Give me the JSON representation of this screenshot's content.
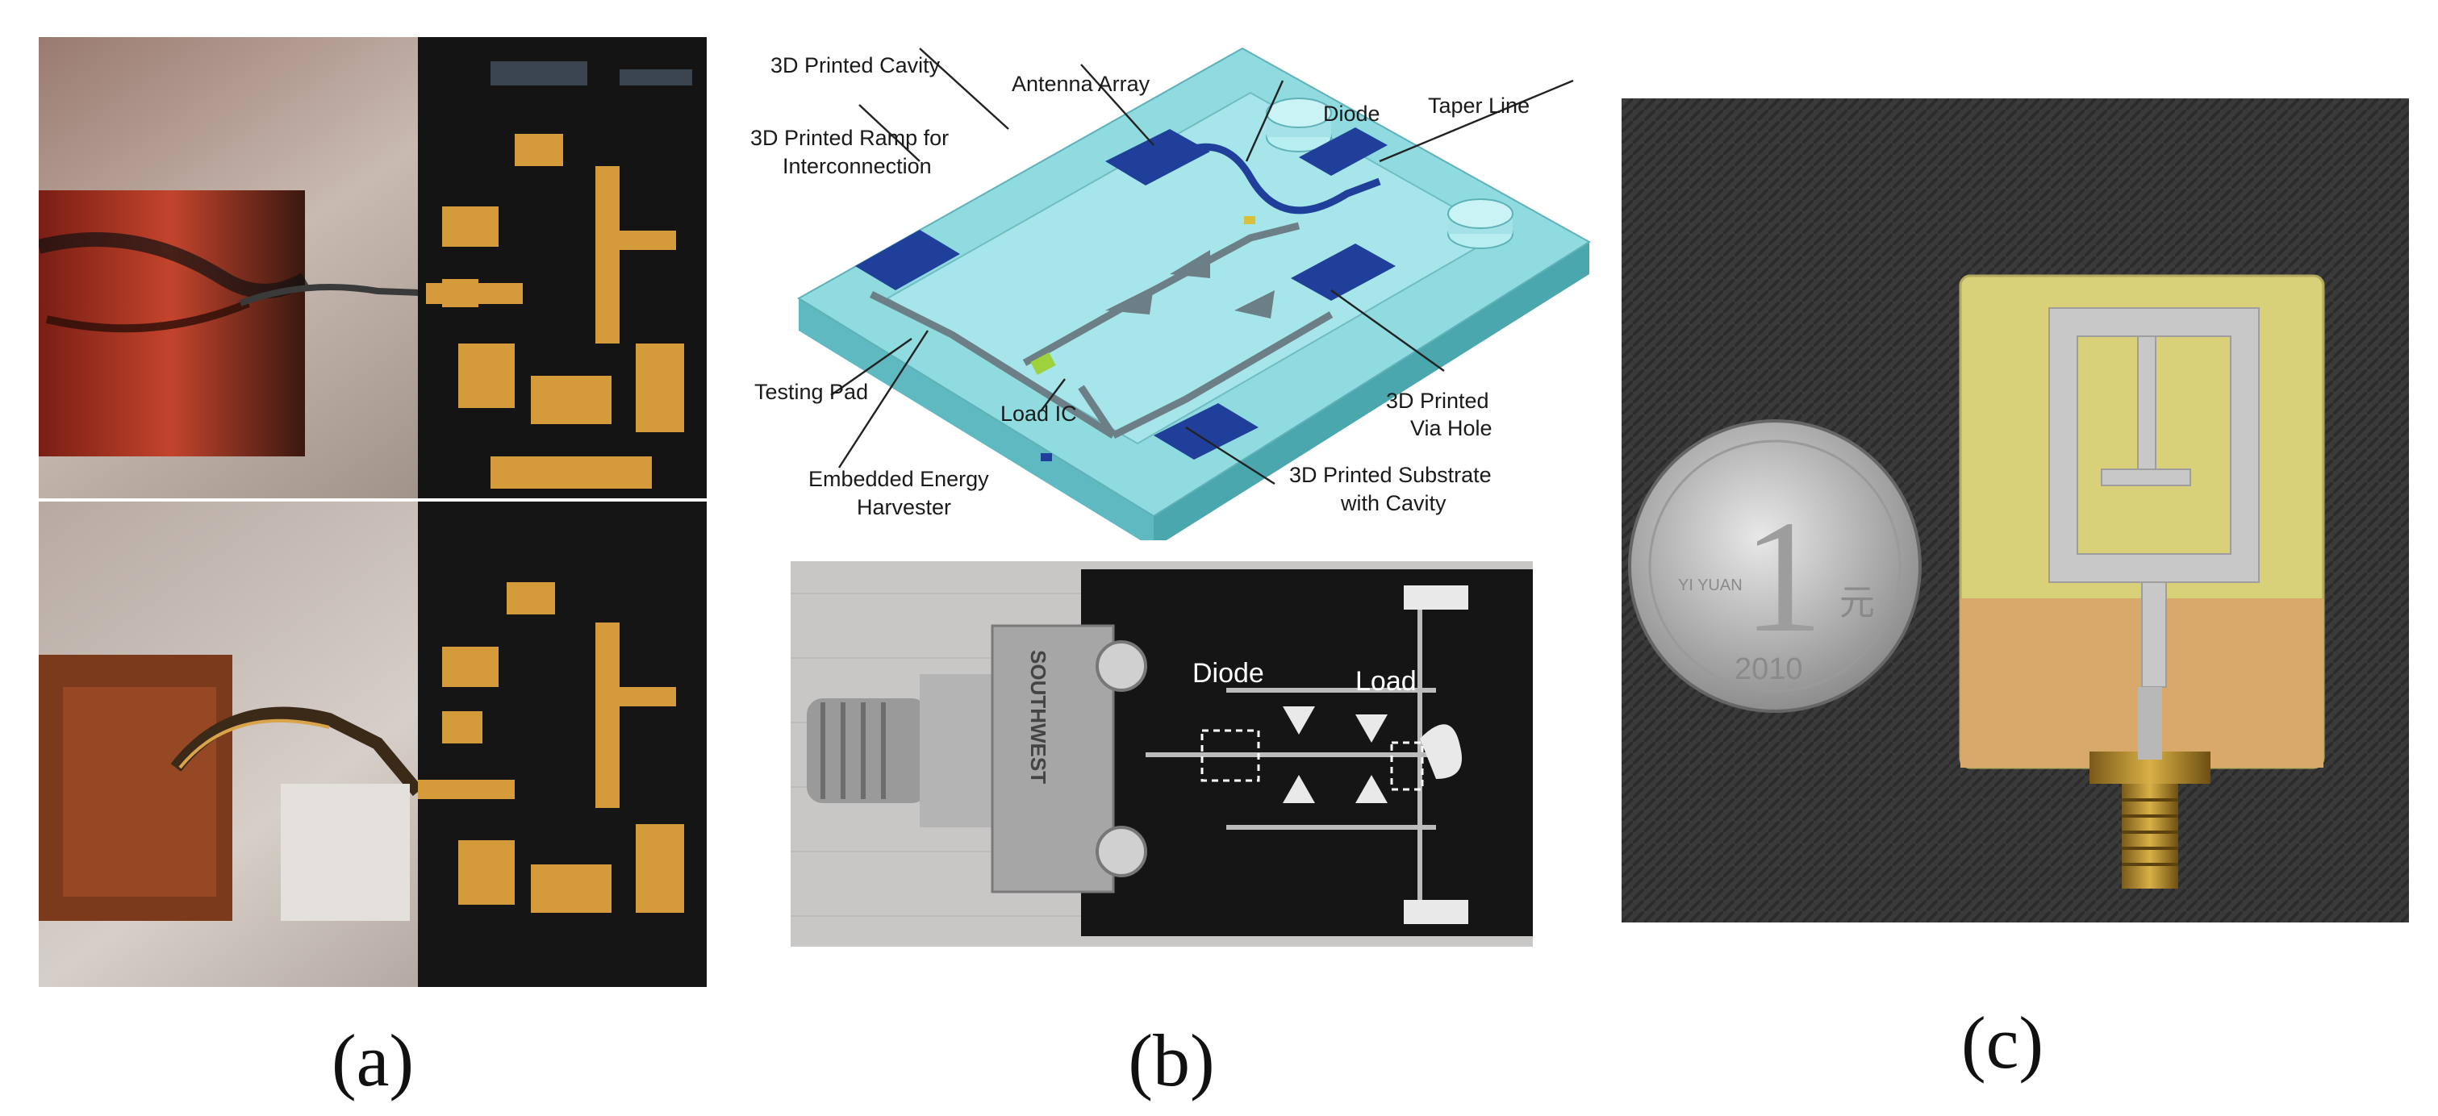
{
  "panels": {
    "a": {
      "caption": "(a)"
    },
    "b": {
      "caption": "(b)",
      "diagram_labels": {
        "cavity": "3D Printed Cavity",
        "antenna": "Antenna Array",
        "ramp_line1": "3D Printed Ramp for",
        "ramp_line2": "Interconnection",
        "diode": "Diode",
        "taper": "Taper Line",
        "testing_pad": "Testing Pad",
        "load_ic": "Load IC",
        "via_line1": "3D Printed",
        "via_line2": "Via Hole",
        "harvester_line1": "Embedded Energy",
        "harvester_line2": "Harvester",
        "substrate_line1": "3D Printed Substrate",
        "substrate_line2": "with Cavity"
      },
      "photo_labels": {
        "diode": "Diode",
        "load": "Load",
        "connector_brand": "SOUTHWEST"
      }
    },
    "c": {
      "caption": "(c)",
      "coin_text": {
        "year": "2010",
        "denomination": "1",
        "unit": "元",
        "pinyin": "YI YUAN"
      }
    }
  },
  "colors": {
    "substrate": "#7fd3d8",
    "antenna_pad": "#1f3f9a",
    "trace": "#6c7e86",
    "load_ic": "#9fd13c",
    "diode": "#d8c13a"
  }
}
